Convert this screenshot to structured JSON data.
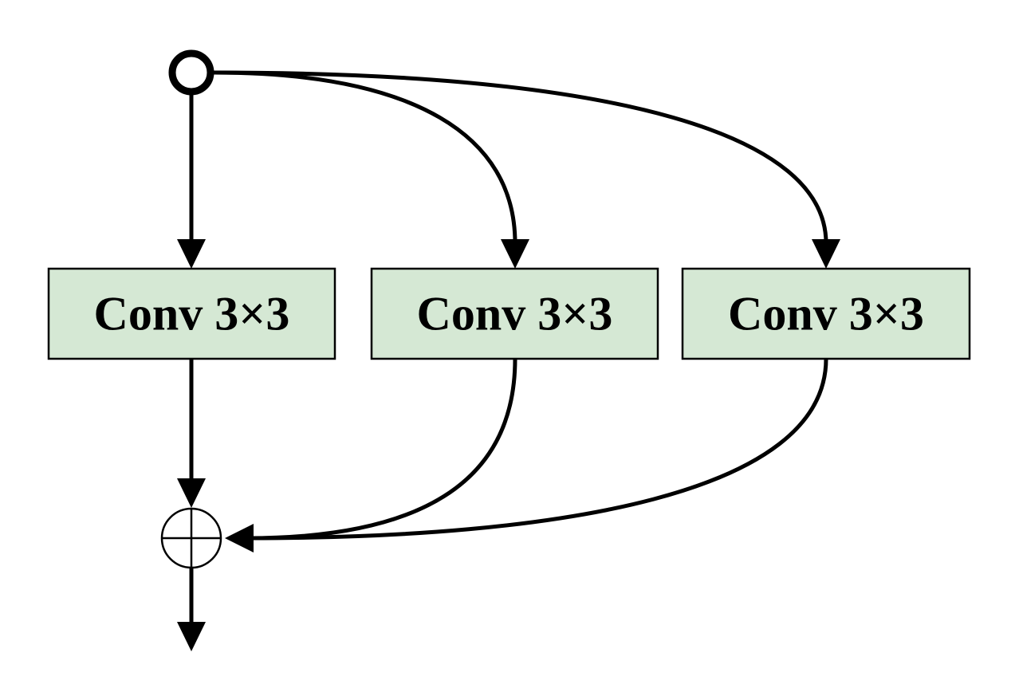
{
  "diagram": {
    "blocks": [
      {
        "label": "Conv 3×3"
      },
      {
        "label": "Conv 3×3"
      },
      {
        "label": "Conv 3×3"
      }
    ],
    "colors": {
      "block_fill": "#d5e8d4",
      "stroke": "#000000",
      "background": "#ffffff"
    },
    "icons": {
      "input": "input-node-icon",
      "sum": "sum-circle-icon"
    }
  }
}
